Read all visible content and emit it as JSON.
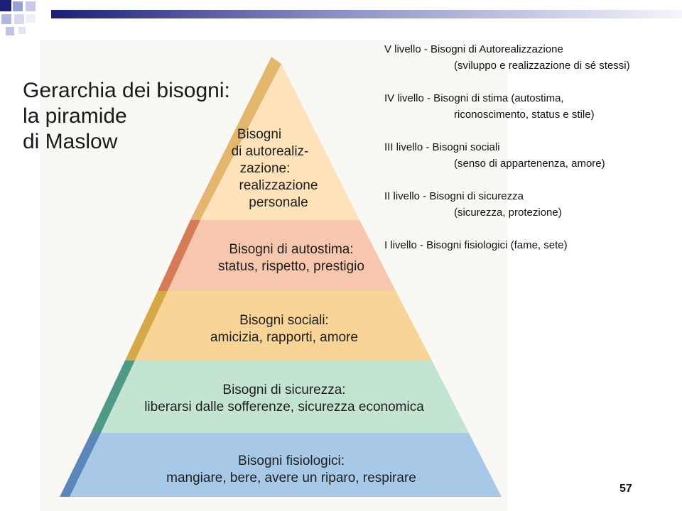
{
  "title": {
    "line1": "Gerarchia dei bisogni:",
    "line2": "la piramide",
    "line3": "di Maslow"
  },
  "pyramid": {
    "tiers": [
      {
        "line1": "Bisogni fisiologici:",
        "line2": "mangiare, bere, avere un riparo, respirare",
        "color": "#a8c8e8",
        "edge": "#5b86b8"
      },
      {
        "line1": "Bisogni di sicurezza:",
        "line2": "liberarsi dalle sofferenze, sicurezza economica",
        "color": "#c4e4d2",
        "edge": "#4f9a86"
      },
      {
        "line1": "Bisogni sociali:",
        "line2": "amicizia, rapporti, amore",
        "color": "#f8d596",
        "edge": "#d6a848"
      },
      {
        "line1": "Bisogni di autostima:",
        "line2": "status, rispetto, prestigio",
        "color": "#f7c7ad",
        "edge": "#d67b58"
      },
      {
        "lines": [
          "Bisogni",
          "di autorealiz-",
          "zazione:",
          "realizzazione",
          "personale"
        ],
        "color": "#fde2ba",
        "edge": "#e2b66c"
      }
    ]
  },
  "levels": [
    {
      "main": "V livello - Bisogni di Autorealizzazione",
      "sub": "(sviluppo e realizzazione di sé stessi)"
    },
    {
      "main": "IV livello - Bisogni di stima (autostima,",
      "sub": "riconoscimento, status e stile)"
    },
    {
      "main": "III livello - Bisogni sociali",
      "sub": "(senso di appartenenza, amore)"
    },
    {
      "main": "II livello - Bisogni di sicurezza",
      "sub": "(sicurezza, protezione)"
    },
    {
      "main": "I livello - Bisogni fisiologici (fame, sete)",
      "sub": ""
    }
  ],
  "page_number": "57",
  "colors": {
    "accent_dark": "#1b1f7a",
    "accent_light": "#9aa0d8"
  }
}
